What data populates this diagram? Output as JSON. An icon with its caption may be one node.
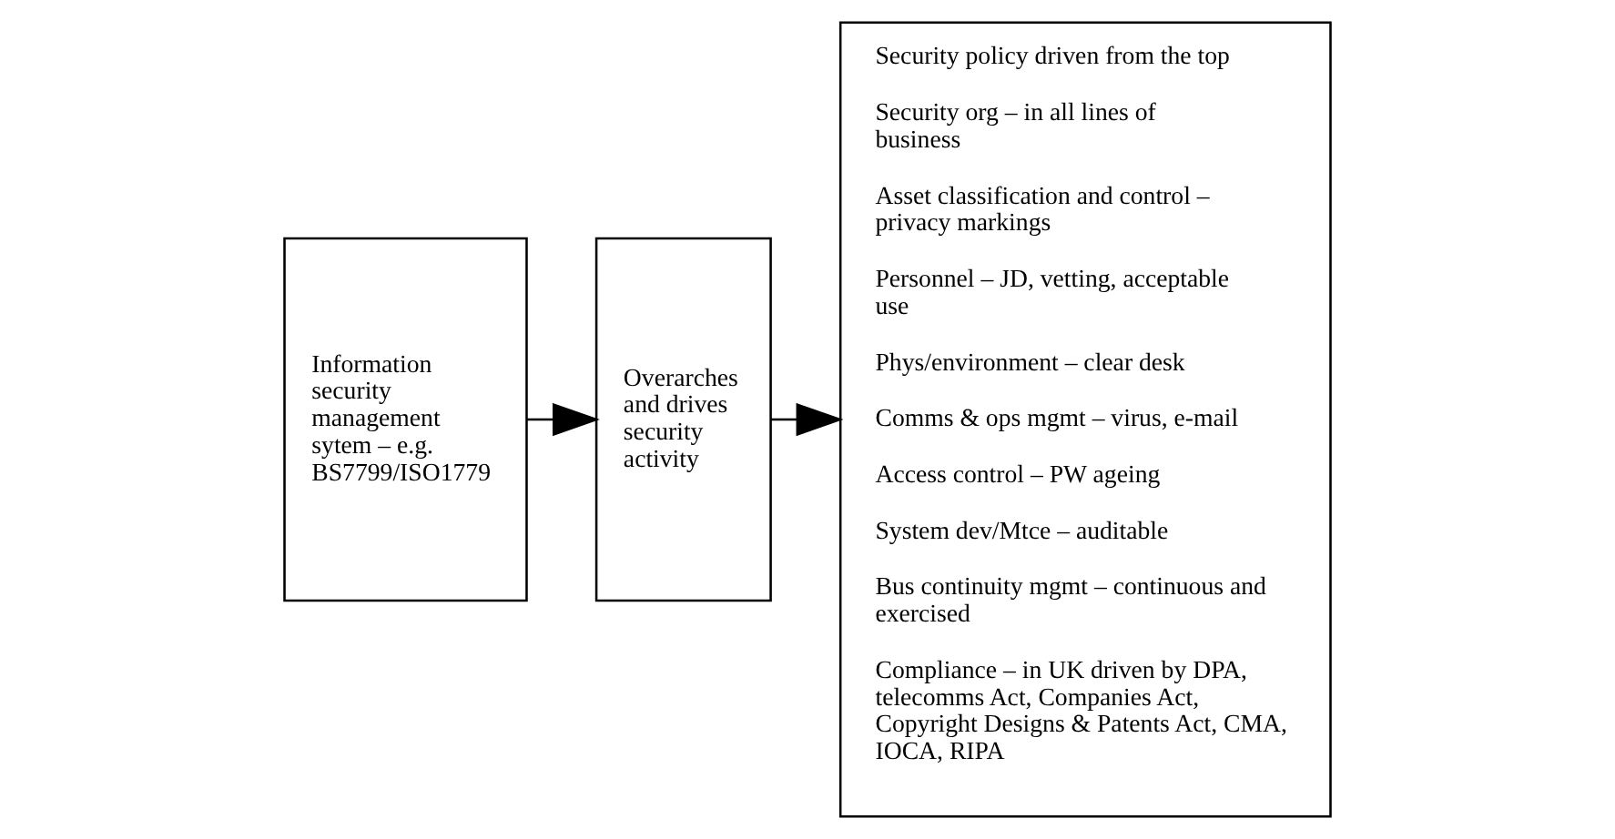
{
  "diagram": {
    "nodes": [
      {
        "text": [
          "Information security management sytem – e.g. BS7799/ISO1779"
        ]
      },
      {
        "text": [
          "Overarches and drives security activity"
        ]
      },
      {
        "text": [
          "Security policy driven from the top",
          "Security org – in all lines of business",
          "Asset classification and control – privacy markings",
          "Personnel – JD, vetting, acceptable use",
          "Phys/environment – clear desk",
          "Comms & ops mgmt – virus, e-mail",
          "Access control – PW ageing",
          "System dev/Mtce – auditable",
          "Bus continuity mgmt – continuous and exercised",
          "Compliance – in UK driven by DPA, telecomms Act, Companies Act, Copyright Designs & Patents Act, CMA, IOCA, RIPA"
        ]
      }
    ],
    "edges": [
      {
        "from": 0,
        "to": 1,
        "arrow": "to"
      },
      {
        "from": 1,
        "to": 2,
        "arrow": "to"
      }
    ]
  }
}
